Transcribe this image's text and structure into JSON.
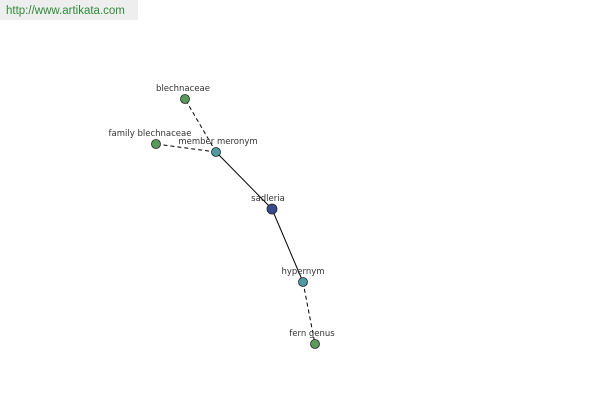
{
  "header": {
    "url": "http://www.artikata.com"
  },
  "colors": {
    "url_text": "#2e8b3a",
    "banner_bg": "#eeeeee",
    "leaf_node": "#5a9a5a",
    "relation_node": "#4f9aa3",
    "center_node": "#3a4a8f",
    "edge": "#000000"
  },
  "graph": {
    "nodes": [
      {
        "id": "sadleria",
        "label": "sadleria",
        "kind": "center"
      },
      {
        "id": "member-meronym",
        "label": "member meronym",
        "kind": "relation"
      },
      {
        "id": "hypernym",
        "label": "hypernym",
        "kind": "relation"
      },
      {
        "id": "blechnaceae",
        "label": "blechnaceae",
        "kind": "leaf"
      },
      {
        "id": "family-blechnaceae",
        "label": "family blechnaceae",
        "kind": "leaf"
      },
      {
        "id": "fern-genus",
        "label": "fern genus",
        "kind": "leaf"
      }
    ],
    "edges": [
      {
        "from": "sadleria",
        "to": "member-meronym",
        "style": "solid"
      },
      {
        "from": "sadleria",
        "to": "hypernym",
        "style": "solid"
      },
      {
        "from": "member-meronym",
        "to": "blechnaceae",
        "style": "dashed"
      },
      {
        "from": "member-meronym",
        "to": "family-blechnaceae",
        "style": "dashed"
      },
      {
        "from": "hypernym",
        "to": "fern-genus",
        "style": "dashed"
      }
    ]
  }
}
